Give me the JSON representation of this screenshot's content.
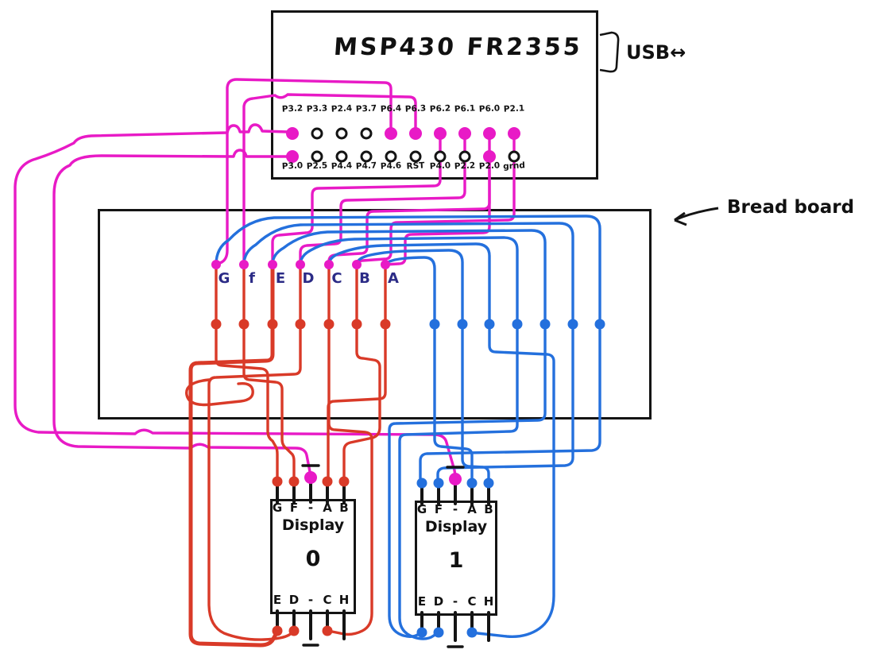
{
  "title": "MSP430 FR2355",
  "usb": {
    "label": "USB",
    "arrow": "↔"
  },
  "breadboard_label": "Bread board",
  "mcu": {
    "top_pins": [
      {
        "label": "P3.2",
        "filled": true
      },
      {
        "label": "P3.3",
        "filled": false
      },
      {
        "label": "P2.4",
        "filled": false
      },
      {
        "label": "P3.7",
        "filled": false
      },
      {
        "label": "P6.4",
        "filled": true
      },
      {
        "label": "P6.3",
        "filled": true
      },
      {
        "label": "P6.2",
        "filled": true
      },
      {
        "label": "P6.1",
        "filled": true
      },
      {
        "label": "P6.0",
        "filled": true
      },
      {
        "label": "P2.1",
        "filled": true
      }
    ],
    "bottom_pins": [
      {
        "label": "P3.0",
        "filled": true
      },
      {
        "label": "P2.5",
        "filled": false
      },
      {
        "label": "P4.4",
        "filled": false
      },
      {
        "label": "P4.7",
        "filled": false
      },
      {
        "label": "P4.6",
        "filled": false
      },
      {
        "label": "RST",
        "filled": false
      },
      {
        "label": "P4.0",
        "filled": false
      },
      {
        "label": "P2.2",
        "filled": false
      },
      {
        "label": "P2.0",
        "filled": true
      },
      {
        "label": "grnd",
        "filled": false
      }
    ]
  },
  "breadboard": {
    "segment_labels": [
      "G",
      "f",
      "E",
      "D",
      "C",
      "B",
      "A"
    ]
  },
  "displays": [
    {
      "name": "Display",
      "number": "0",
      "top_pins": [
        "G",
        "F",
        "-",
        "A",
        "B"
      ],
      "bottom_pins": [
        "E",
        "D",
        "-",
        "C",
        "H"
      ]
    },
    {
      "name": "Display",
      "number": "1",
      "top_pins": [
        "G",
        "F",
        "-",
        "A",
        "B"
      ],
      "bottom_pins": [
        "E",
        "D",
        "-",
        "C",
        "H"
      ]
    }
  ],
  "colors": {
    "mcu_wire": "#e81ac6",
    "display0_wire": "#d93a28",
    "display1_wire": "#2470dd",
    "segment_letter": "#2b2b86",
    "ink": "#141414"
  }
}
